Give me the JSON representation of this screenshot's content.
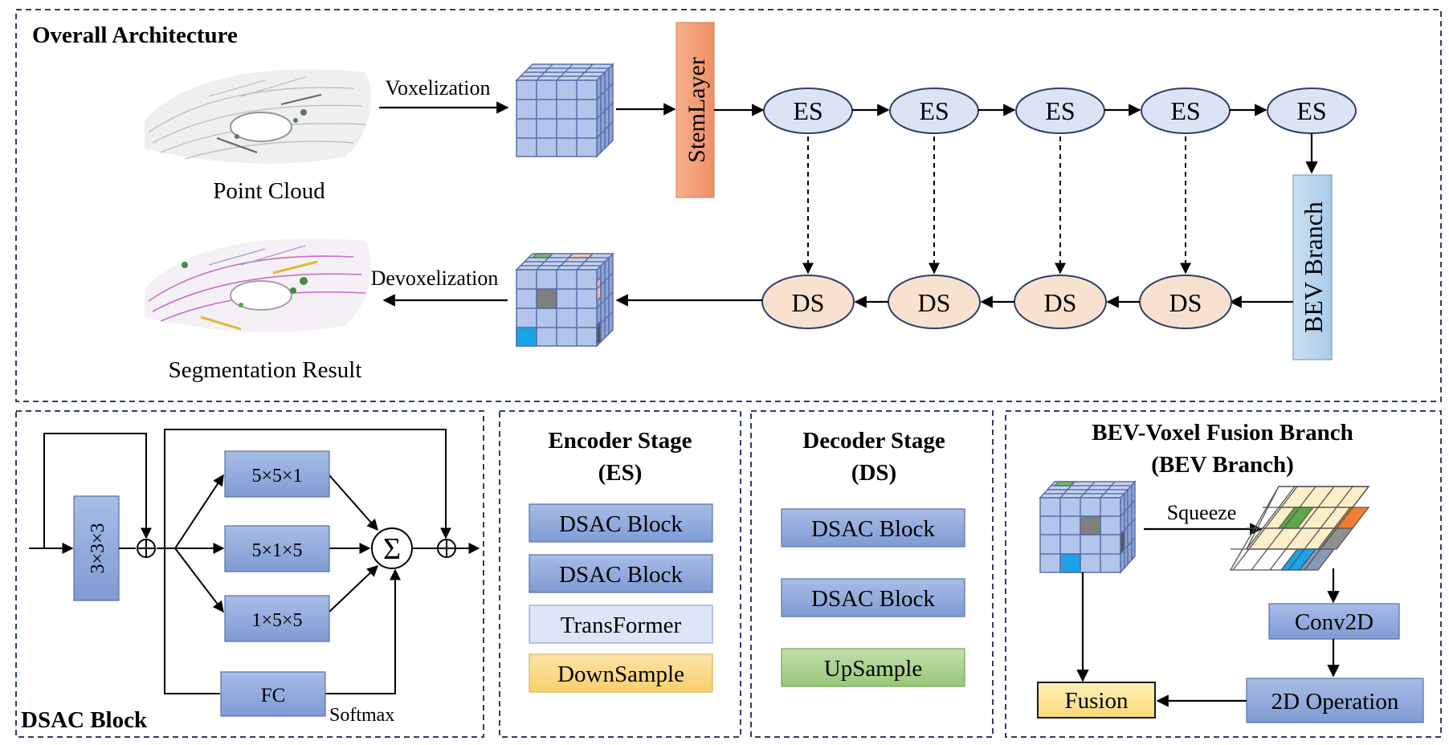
{
  "top": {
    "title": "Overall Architecture",
    "point_cloud_label": "Point Cloud",
    "segmentation_label": "Segmentation Result",
    "voxelization_label": "Voxelization",
    "devoxelization_label": "Devoxelization",
    "stem_label": "StemLayer",
    "encoder_nodes": [
      "ES",
      "ES",
      "ES",
      "ES",
      "ES"
    ],
    "decoder_nodes": [
      "DS",
      "DS",
      "DS",
      "DS"
    ],
    "bev_branch_label": "BEV Branch"
  },
  "dsac": {
    "title": "DSAC Block",
    "conv3_label": "3×3×3",
    "branches": [
      "5×5×1",
      "5×1×5",
      "1×5×5"
    ],
    "sum_symbol": "Σ",
    "plus_symbol": "⊕",
    "fc_label": "FC",
    "softmax_label": "Softmax"
  },
  "encoder_stage": {
    "title_line1": "Encoder Stage",
    "title_line2": "(ES)",
    "blocks": [
      "DSAC Block",
      "DSAC Block",
      "TransFormer",
      "DownSample"
    ]
  },
  "decoder_stage": {
    "title_line1": "Decoder Stage",
    "title_line2": "(DS)",
    "blocks": [
      "DSAC Block",
      "DSAC Block",
      "UpSample"
    ]
  },
  "bev": {
    "title_line1": "BEV-Voxel Fusion Branch",
    "title_line2": "(BEV Branch)",
    "squeeze_label": "Squeeze",
    "conv2d_label": "Conv2D",
    "op2d_label": "2D Operation",
    "fusion_label": "Fusion"
  },
  "colors": {
    "frame": "#2f3f63",
    "es_fill": "#dce3f5",
    "ds_fill": "#f9e1cf",
    "stem_fill": "#f4a67f",
    "bev_fill": "#bcd8ee",
    "block_blue": "#8faadc",
    "transformer": "#dce6f6",
    "downsample": "#fbd98a",
    "upsample": "#a9d18e",
    "fusion": "#ffe699"
  }
}
